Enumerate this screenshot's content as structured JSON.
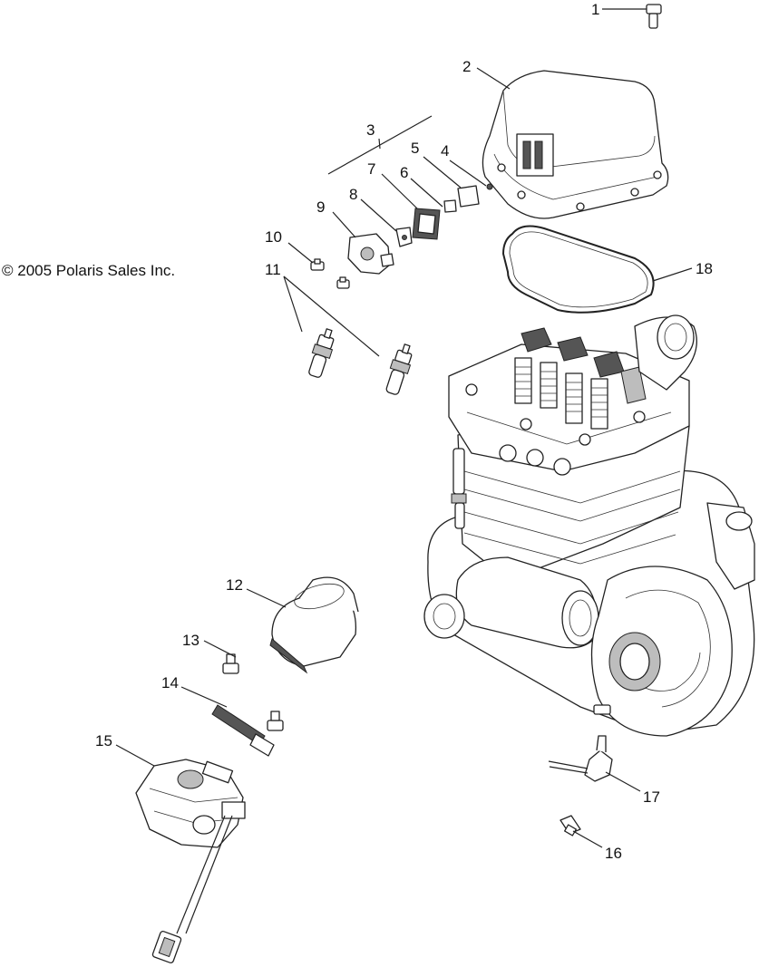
{
  "copyright": "© 2005 Polaris Sales Inc.",
  "callouts": [
    {
      "id": "1",
      "label": "1"
    },
    {
      "id": "2",
      "label": "2"
    },
    {
      "id": "3",
      "label": "3"
    },
    {
      "id": "4",
      "label": "4"
    },
    {
      "id": "5",
      "label": "5"
    },
    {
      "id": "6",
      "label": "6"
    },
    {
      "id": "7",
      "label": "7"
    },
    {
      "id": "8",
      "label": "8"
    },
    {
      "id": "9",
      "label": "9"
    },
    {
      "id": "10",
      "label": "10"
    },
    {
      "id": "11",
      "label": "11"
    },
    {
      "id": "12",
      "label": "12"
    },
    {
      "id": "13",
      "label": "13"
    },
    {
      "id": "14",
      "label": "14"
    },
    {
      "id": "15",
      "label": "15"
    },
    {
      "id": "16",
      "label": "16"
    },
    {
      "id": "17",
      "label": "17"
    },
    {
      "id": "18",
      "label": "18"
    }
  ]
}
